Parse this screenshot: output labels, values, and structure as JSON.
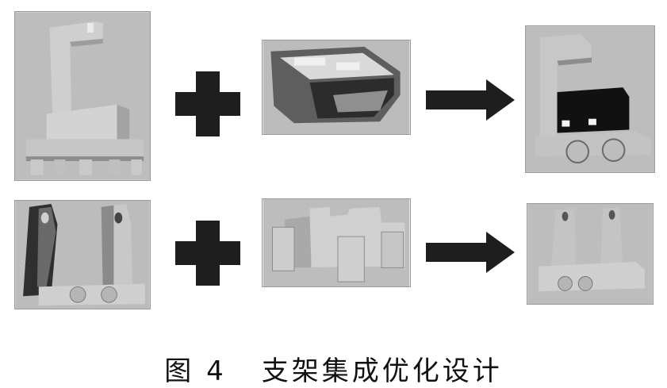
{
  "caption": {
    "figure_label": "图 4",
    "title": "支架集成优化设计"
  },
  "rows": [
    {
      "part_a": "bracket-tower-part-image",
      "operator_1": "plus-icon",
      "part_b": "housing-part-image",
      "operator_2": "arrow-right-icon",
      "result": "integrated-bracket-image"
    },
    {
      "part_a": "twin-lug-bracket-image",
      "operator_1": "plus-icon",
      "part_b": "boss-block-part-image",
      "operator_2": "arrow-right-icon",
      "result": "integrated-lug-bracket-image"
    }
  ],
  "colors": {
    "panel_bg": "#b8b8b8",
    "part_light": "#d6d6d6",
    "part_mid": "#a8a8a8",
    "part_dark": "#6f6f6f",
    "operator": "#1e1e1e",
    "caption": "#111111"
  }
}
